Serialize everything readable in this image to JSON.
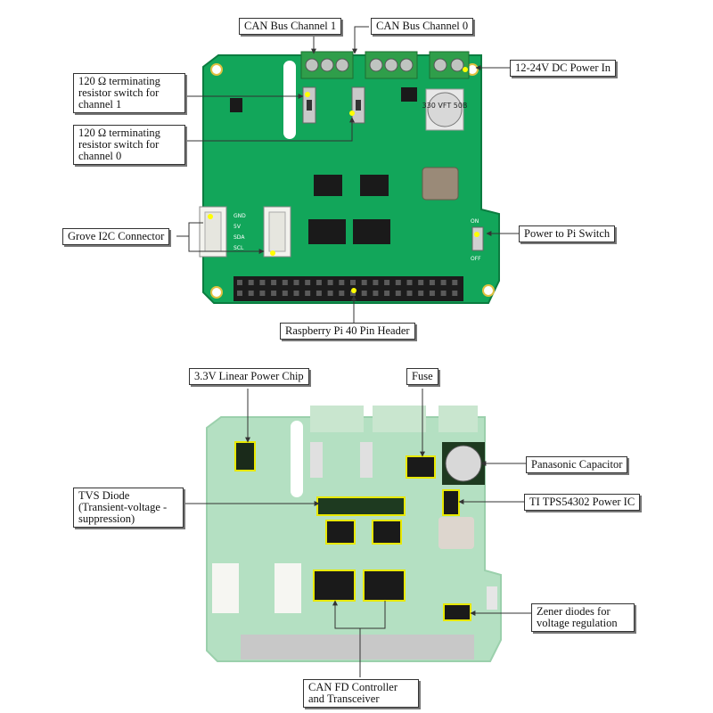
{
  "diagram": {
    "top_labels": {
      "can_bus_ch1": "CAN Bus Channel 1",
      "can_bus_ch0": "CAN Bus Channel 0",
      "power_in": "12-24V DC Power In",
      "term_switch_ch1": "120 Ω terminating resistor switch for channel 1",
      "term_switch_ch0": "120 Ω terminating resistor switch for channel 0",
      "grove_i2c": "Grove I2C Connector",
      "power_to_pi": "Power to Pi Switch",
      "pi_header": "Raspberry Pi 40 Pin Header"
    },
    "bottom_labels": {
      "linear_power_chip": "3.3V Linear Power Chip",
      "fuse": "Fuse",
      "panasonic_cap": "Panasonic Capacitor",
      "tvs_diode": "TVS Diode (Transient-voltage -suppression)",
      "ti_power_ic": "TI TPS54302 Power IC",
      "zener_diodes": "Zener diodes for voltage regulation",
      "can_fd": "CAN FD Controller and Transceiver"
    },
    "board_markings": {
      "cap_text": "330 VFT 50B",
      "grove_pins": [
        "GND",
        "5V",
        "SDA",
        "SCL"
      ],
      "switch_on": "ON",
      "switch_off": "OFF"
    },
    "colors": {
      "pcb_green": "#12a65a",
      "pcb_faded": "#b4e0c2",
      "terminal_green": "#2f9e4a",
      "highlight": "#e8e800"
    }
  }
}
